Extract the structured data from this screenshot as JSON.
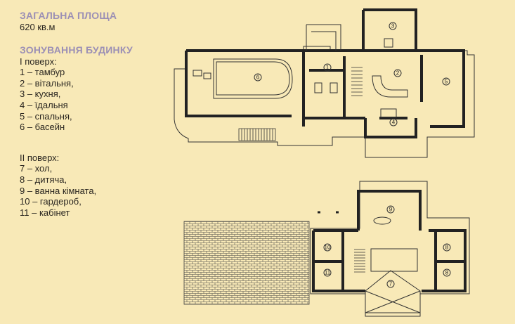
{
  "area": {
    "heading": "ЗАГАЛЬНА ПЛОЩА",
    "value": "620 кв.м"
  },
  "zoning": {
    "heading": "ЗОНУВАННЯ БУДИНКУ",
    "floor1": {
      "title": "I поверх:",
      "items": [
        "1 – тамбур",
        "2 – вітальня,",
        "3 – кухня,",
        "4 – їдальня",
        "5 – спальня,",
        "6 – басейн"
      ]
    },
    "floor2": {
      "title": "II поверх:",
      "items": [
        "7 – хол,",
        "8 – дитяча,",
        "9 – ванна кімната,",
        "10 – гардероб,",
        "11 – кабінет"
      ]
    }
  },
  "plan_labels": {
    "floor1": [
      "1",
      "2",
      "3",
      "4",
      "5",
      "6"
    ],
    "floor2": [
      "7",
      "8",
      "8",
      "9",
      "10",
      "11"
    ]
  },
  "colors": {
    "background": "#f8e9b7",
    "heading": "#9b8fb5",
    "text": "#2a2620"
  }
}
